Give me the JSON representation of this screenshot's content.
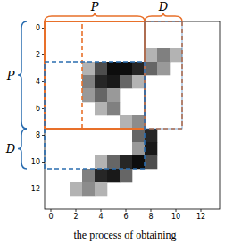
{
  "diagram": {
    "caption": "the process of obtaining",
    "labels": [
      "P",
      "D",
      "P",
      "D",
      "0",
      "2",
      "4",
      "6",
      "8",
      "10",
      "12",
      "0",
      "2",
      "4",
      "6",
      "8",
      "10",
      "12"
    ]
  }
}
